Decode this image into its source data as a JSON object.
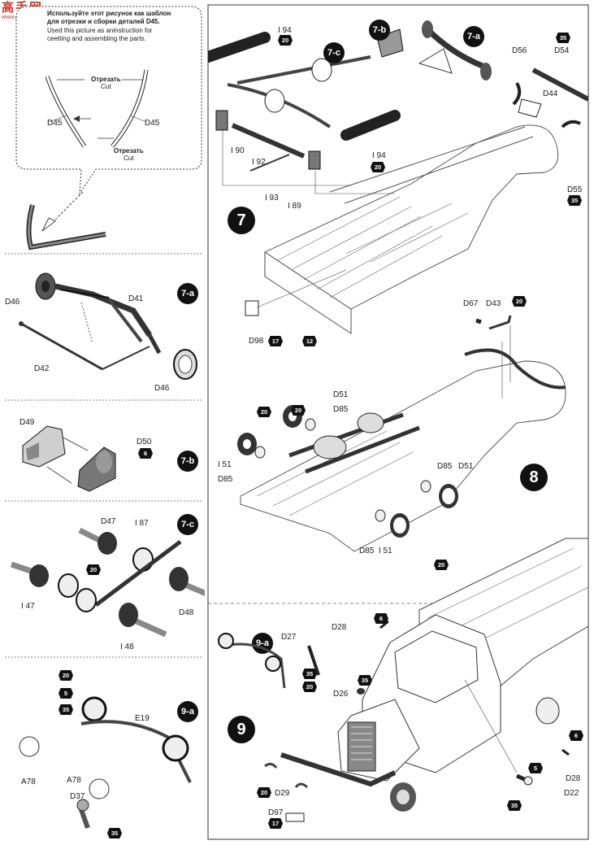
{
  "watermark": {
    "title": "高手网",
    "url": "www.gaoshou.org"
  },
  "note": {
    "line1": "Используйте этот рисунок как шаблон",
    "line2": "для отрезки и сборки деталей D45.",
    "line3": "Used this picture as aninstruction for",
    "line4": "ceetting and assembling the parts."
  },
  "cut": {
    "ru": "Отрезать",
    "en": "Cut"
  },
  "steps": {
    "s7": "7",
    "s8": "8",
    "s9": "9",
    "s7a": "7-a",
    "s7b": "7-b",
    "s7c": "7-c",
    "s9a": "9-a"
  },
  "labels": {
    "d45_left": "D45",
    "d45_right": "D45",
    "i94_top": "I 94",
    "i94_bottom": "I 94",
    "i90": "I 90",
    "i92": "I 92",
    "i93": "I 93",
    "i89": "I 89",
    "d56": "D56",
    "d54": "D54",
    "d44": "D44",
    "d55": "D55",
    "d98": "D98",
    "d46_top": "D46",
    "d41": "D41",
    "d42": "D42",
    "d46_bottom": "D46",
    "d49": "D49",
    "d50": "D50",
    "d67": "D67",
    "d43": "D43",
    "d51_top": "D51",
    "d85_top": "D85",
    "i51_left": "I 51",
    "d85_left": "D85",
    "d85_right": "D85",
    "d51_right": "D51",
    "d85_bottom": "D85",
    "i51_bottom": "I 51",
    "d47": "D47",
    "i87": "I 87",
    "i47": "I 47",
    "d48": "D48",
    "i48": "I 48",
    "d28_top": "D28",
    "d27": "D27",
    "d26": "D26",
    "d29": "D29",
    "d97": "D97",
    "d28_right": "D28",
    "d22": "D22",
    "e19": "E19",
    "a78_left": "A78",
    "a78_mid": "A78",
    "d37": "D37"
  },
  "paints": {
    "i94_top": "20",
    "i94_bottom": "20",
    "d54": "35",
    "d55": "35",
    "d98": "17",
    "deck": "12",
    "d50": "6",
    "d43": "20",
    "i51_left": "20",
    "d51_top": "20",
    "d51_right": "20",
    "d47": "20",
    "d28_top": "6",
    "d27_a": "35",
    "d27_b": "20",
    "d26": "35",
    "d29": "20",
    "d97": "17",
    "d28_right": "6",
    "d22_a": "5",
    "d22_b": "35",
    "e19_a": "20",
    "e19_b": "5",
    "e19_c": "35",
    "d37": "35"
  }
}
